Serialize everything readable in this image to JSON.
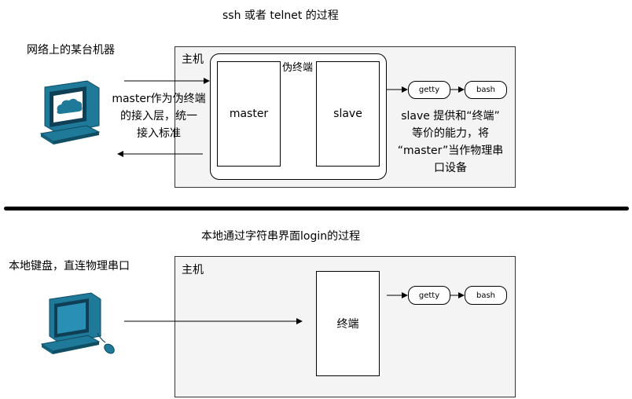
{
  "top": {
    "title": "ssh 或者 telnet 的过程",
    "network_label": "网络上的某台机器",
    "host_label": "主机",
    "pty_label": "伪终端",
    "master_label": "master",
    "slave_label": "slave",
    "master_note": [
      "master作为伪终端",
      "的接入层，统一",
      "接入标准"
    ],
    "slave_note": [
      "slave 提供和“终端”",
      "等价的能力，将",
      "“master”当作物理串",
      "口设备"
    ],
    "getty_label": "getty",
    "bash_label": "bash"
  },
  "bottom": {
    "title": "本地通过字符串界面login的过程",
    "local_label": "本地键盘，直连物理串口",
    "host_label": "主机",
    "terminal_label": "终端",
    "getty_label": "getty",
    "bash_label": "bash"
  },
  "colors": {
    "computer": "#1f7a9a",
    "host_bg": "#f4f4f4",
    "divider": "#000000"
  },
  "icons": {
    "top_computer": "network-computer-icon",
    "bottom_computer": "local-computer-icon"
  }
}
